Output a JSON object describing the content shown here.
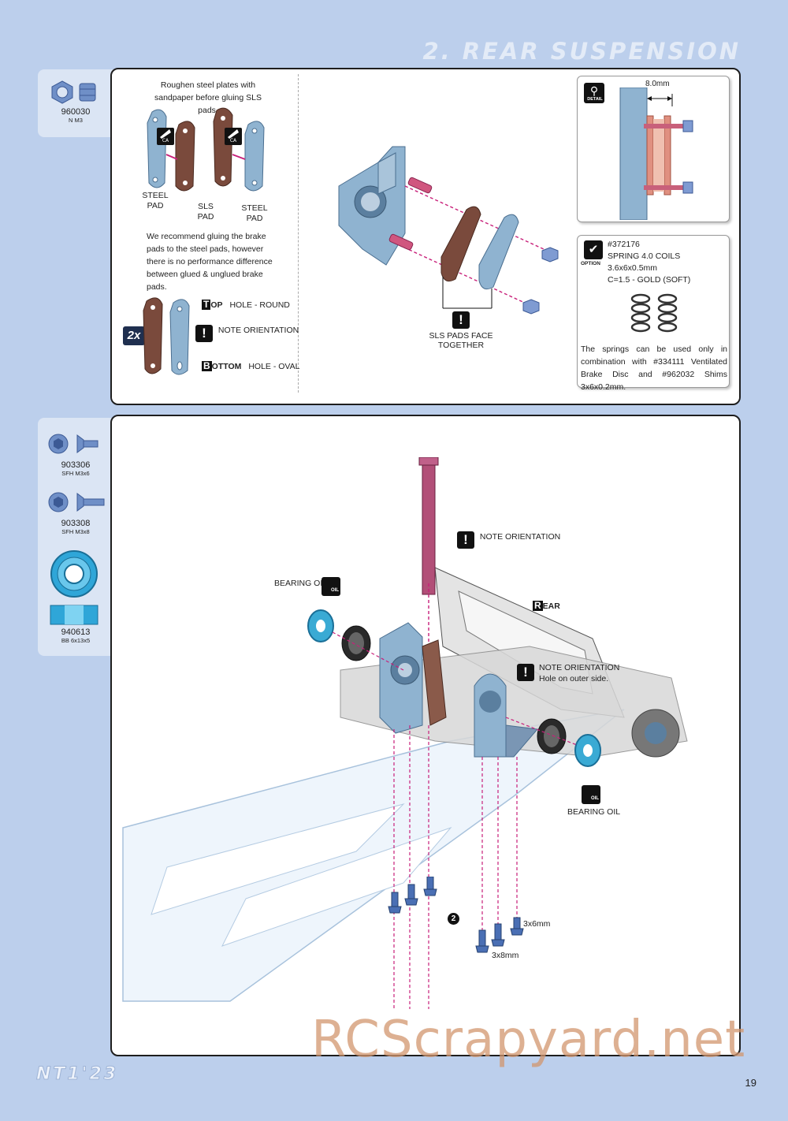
{
  "header": {
    "title": "2. REAR SUSPENSION"
  },
  "top_parts": [
    {
      "code": "960030",
      "desc": "N M3"
    }
  ],
  "bottom_parts": [
    {
      "code": "903306",
      "desc": "SFH M3x6"
    },
    {
      "code": "903308",
      "desc": "SFH M3x8"
    },
    {
      "code": "940613",
      "desc": "BB 6x13x5"
    }
  ],
  "top_panel": {
    "roughen_note": "Roughen steel plates with sandpaper before gluing SLS pads.",
    "ca_label": "CA",
    "steel_pad_1": "STEEL PAD",
    "sls_pad": "SLS PAD",
    "steel_pad_2": "STEEL PAD",
    "recommend_note": "We recommend gluing the brake pads to the steel pads, however there is no performance difference between glued & unglued brake pads.",
    "qty": "2x",
    "top_letter": "T",
    "top_rest": "OP",
    "top_desc": "HOLE - ROUND",
    "note_orientation": "NOTE ORIENTATION",
    "bottom_letter": "B",
    "bottom_rest": "OTTOM",
    "bottom_desc": "HOLE - OVAL",
    "sls_face": "SLS PADS FACE TOGETHER",
    "excl": "!"
  },
  "detail": {
    "label": "DETAIL",
    "dimension": "8.0mm"
  },
  "option": {
    "label": "OPTION",
    "part_no": "#372176",
    "line1": "SPRING 4.0 COILS 3.6x6x0.5mm",
    "line2": "C=1.5 - GOLD (SOFT)",
    "note": "The springs can be used only in combination with #334111 Ventilated Brake Disc and #962032 Shims 3x6x0.2mm."
  },
  "bottom_panel": {
    "note_orientation_1": "NOTE ORIENTATION",
    "bearing_oil_1": "BEARING OIL",
    "oil": "OIL",
    "rear_letter": "R",
    "rear_rest": "EAR",
    "note_orientation_2": "NOTE ORIENTATION",
    "hole_note": "Hole on outer side.",
    "bearing_oil_2": "BEARING OIL",
    "step": "2",
    "screw_3x6": "3x6mm",
    "screw_3x8": "3x8mm"
  },
  "footer": {
    "logo": "NT1'23",
    "page": "19",
    "watermark": "RCScrapyard.net"
  },
  "colors": {
    "background": "#bccfec",
    "accent_magenta": "#c8207a",
    "part_blue": "#8fb3d0"
  }
}
